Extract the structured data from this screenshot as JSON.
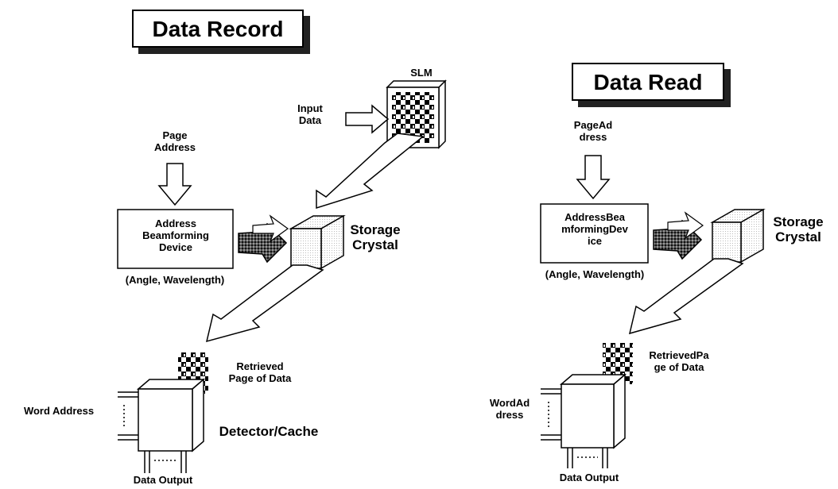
{
  "record": {
    "title": "Data Record",
    "slm": "SLM",
    "input_data": "Input\nData",
    "page_address": "Page\nAddress",
    "beam_device": "Address\nBeamforming\nDevice",
    "angle": "(Angle, Wavelength)",
    "storage": "Storage\nCrystal",
    "retrieved": "Retrieved\nPage of Data",
    "word_address": "Word Address",
    "detector": "Detector/Cache",
    "data_output": "Data Output"
  },
  "read": {
    "title": "Data Read",
    "page_address": "PageAd\ndress",
    "beam_device": "AddressBea\nmformingDev\nice",
    "angle": "(Angle, Wavelength)",
    "storage": "Storage\nCrystal",
    "retrieved": "RetrievedPa\nge of Data",
    "word_address": "WordAd\ndress",
    "data_output": "Data Output"
  }
}
